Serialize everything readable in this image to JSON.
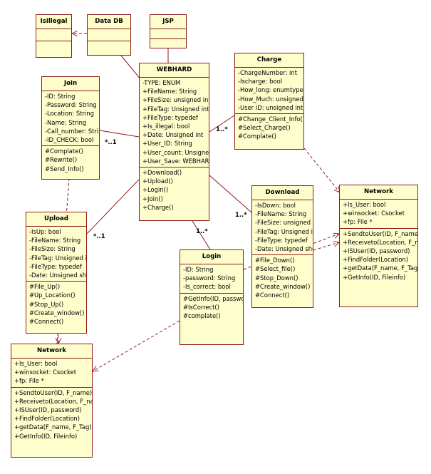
{
  "classes": {
    "isillegal": {
      "name": "Isillegal",
      "attributes": [],
      "operations": []
    },
    "datadb": {
      "name": "Data DB",
      "attributes": [],
      "operations": []
    },
    "jsp": {
      "name": "JSP",
      "attributes": [],
      "operations": []
    },
    "webhard": {
      "name": "WEBHARD",
      "attributes": [
        "-TYPE: ENUM",
        "+FileName: String",
        "+FileSize: unsigned int",
        "+FileTag: Unsigned int",
        "+FileType: typedef",
        "+Is_illegal: bool",
        "+Date: Unsigned int",
        "+User_ID: String",
        "+User_count: Unsigned int",
        "+User_Save: WEBHARD *"
      ],
      "operations": [
        "+Download()",
        "+Upload()",
        "+Login()",
        "+Join()",
        "+Charge()"
      ]
    },
    "charge": {
      "name": "Charge",
      "attributes": [
        "-ChargeNumber: int",
        "-Ischarge: bool",
        "-How_long: enumtypedef",
        "-How_Much: unsigned int",
        "-User ID: unsigned int"
      ],
      "operations": [
        "#Change_Client_Info()",
        "#Select_Charge()",
        "#Complate()"
      ]
    },
    "join": {
      "name": "Join",
      "attributes": [
        "-ID: String",
        "-Password: String",
        "-Location: String",
        "-Name: String",
        "-Call_number: String",
        "-ID_CHECK: bool"
      ],
      "operations": [
        "#Complate()",
        "#Rewrite()",
        "#Send_Info()"
      ]
    },
    "upload": {
      "name": "Upload",
      "attributes": [
        "-IsUp: bool",
        "-FileName: String",
        "-FileSize: String",
        "-FileTag: Unsigned int",
        "-FileType: typedef",
        "-Date: Unsigned short"
      ],
      "operations": [
        "#File_Up()",
        "#Up_Location()",
        "#Stop_Up()",
        "#Create_window()",
        "#Connect()"
      ]
    },
    "download": {
      "name": "Download",
      "attributes": [
        "-IsDown: bool",
        "-FileName: String",
        "-FileSize: unsigned int",
        "-FileTag: Unsigned int",
        "-FileType: typedef",
        "-Date: Unsigned short"
      ],
      "operations": [
        "#File_Down()",
        "#Select_file()",
        "#Stop_Down()",
        "#Create_window()",
        "#Connect()"
      ]
    },
    "login": {
      "name": "Login",
      "attributes": [
        "-ID: String",
        "-password: String",
        "-Is_correct: bool"
      ],
      "operations": [
        "#GetInfo(ID, password)",
        "#IsCorrect()",
        "#complate()"
      ]
    },
    "network_right": {
      "name": "Network",
      "attributes": [
        "+Is_User: bool",
        "+winsocket: Csocket",
        "+fp: File *"
      ],
      "operations": [
        "+SendtoUser(ID, F_name)",
        "+Receiveto(Location, F_name)",
        "+ISUser(ID, password)",
        "+FindFolder(Location)",
        "+getData(F_name, F_Tag)",
        "+GetInfo(ID, Fileinfo)"
      ]
    },
    "network_left": {
      "name": "Network",
      "attributes": [
        "+Is_User: bool",
        "+winsocket: Csocket",
        "+fp: File *"
      ],
      "operations": [
        "+SendtoUser(ID, F_name)",
        "+Receiveto(Location, F_name)",
        "+ISUser(ID, password)",
        "+FindFolder(Location)",
        "+getData(F_name, F_Tag)",
        "+GetInfo(ID, Fileinfo)"
      ]
    }
  },
  "multiplicities": {
    "charge": "1..*",
    "join": "*..1",
    "upload": "*..1",
    "download": "1..*",
    "login": "1..*"
  },
  "colors": {
    "fill": "#fefecc",
    "border": "#8f1a1a"
  }
}
